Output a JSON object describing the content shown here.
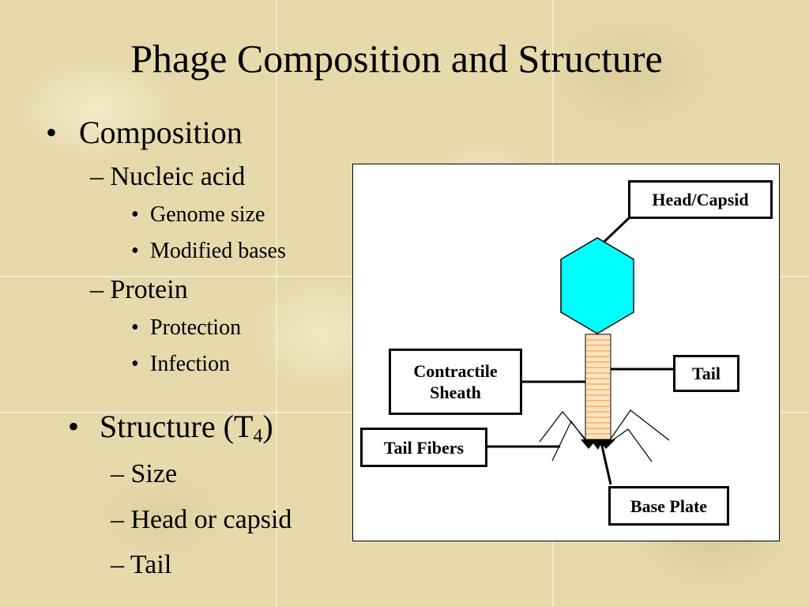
{
  "slide": {
    "title": "Phage Composition and Structure",
    "bullet_char": "•",
    "dash_char": "–",
    "composition": {
      "label": "Composition",
      "nucleic_acid": {
        "label": "Nucleic acid",
        "items": [
          "Genome size",
          "Modified bases"
        ]
      },
      "protein": {
        "label": "Protein",
        "items": [
          "Protection",
          "Infection"
        ]
      }
    },
    "structure": {
      "label_prefix": "Structure (T",
      "label_subscript": "4",
      "label_suffix": ")",
      "items": [
        "Size",
        "Head or capsid",
        "Tail"
      ]
    }
  },
  "diagram": {
    "labels": {
      "head": "Head/Capsid",
      "tail": "Tail",
      "sheath_line1": "Contractile",
      "sheath_line2": "Sheath",
      "fibers": "Tail Fibers",
      "base_plate": "Base Plate"
    },
    "colors": {
      "capsid": "#00ffff",
      "sheath_fill": "#ffe4c0",
      "sheath_stripes": "#f5a050",
      "background": "#e6d9ac"
    }
  }
}
